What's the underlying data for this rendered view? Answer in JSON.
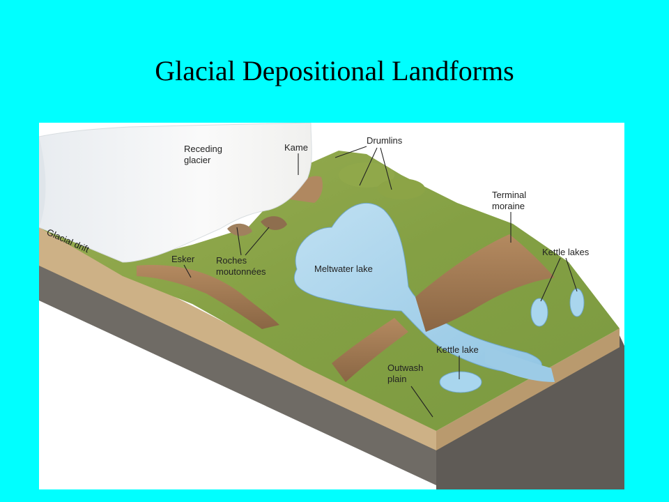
{
  "title": "Glacial Depositional Landforms",
  "labels": {
    "receding_glacier": [
      "Receding",
      "glacier"
    ],
    "kame": "Kame",
    "drumlins": "Drumlins",
    "terminal_moraine": [
      "Terminal",
      "moraine"
    ],
    "kettle_lakes": "Kettle lakes",
    "glacial_drift": "Glacial drift",
    "esker": "Esker",
    "roches_moutonnees": [
      "Roches",
      "moutonnées"
    ],
    "meltwater_lake": "Meltwater lake",
    "kettle_lake": "Kettle lake",
    "outwash_plain": [
      "Outwash",
      "plain"
    ]
  },
  "colors": {
    "background": "#00ffff",
    "grass": "#8aa046",
    "water": "#a8d4ec",
    "ice": "#f6f6f4",
    "soil": "#c9ad80",
    "ridge": "#a27e58",
    "bedrock": "#6e6a64"
  }
}
